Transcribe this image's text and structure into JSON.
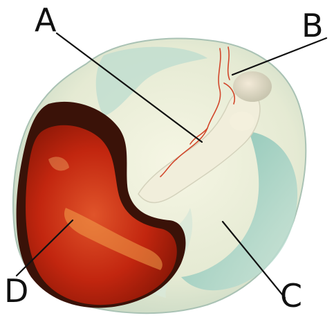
{
  "labels": {
    "a": "A",
    "b": "B",
    "c": "C",
    "d": "D"
  },
  "colors": {
    "background": "#ffffff",
    "organ_body": "#e9ecd7",
    "teal_shade": "#8fc9bd",
    "red_mass": "#c42a12",
    "dark_rim": "#3a1208",
    "vessels": "#d2462a",
    "leader_lines": "#111111"
  }
}
